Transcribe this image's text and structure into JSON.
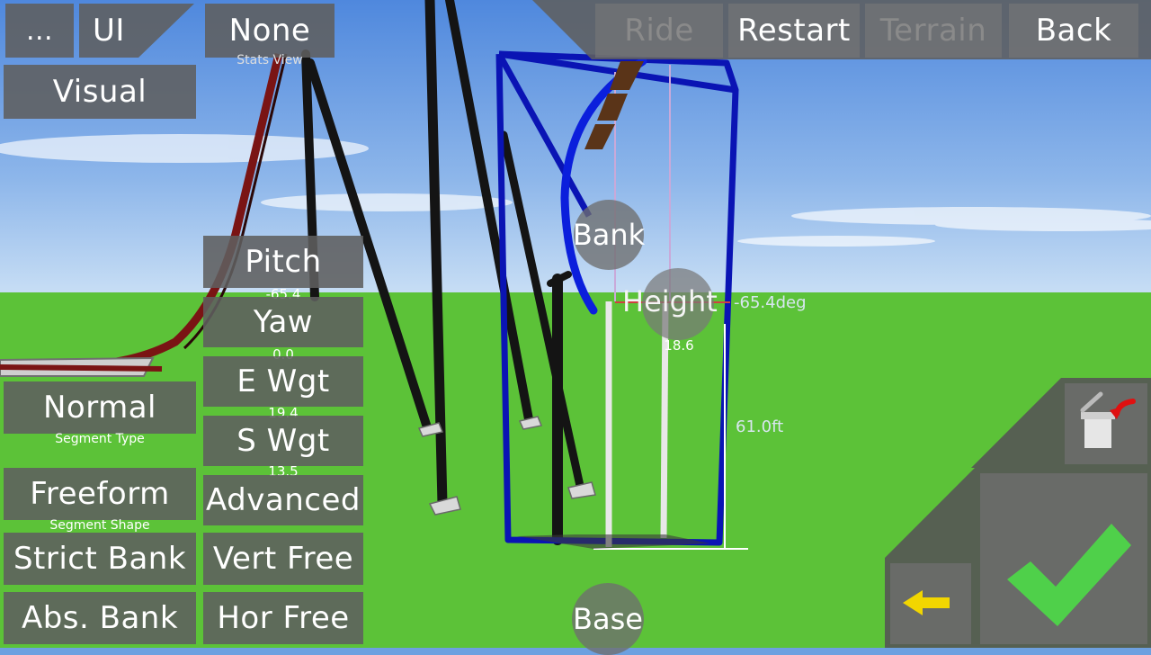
{
  "top_bar": {
    "more_label": "...",
    "ui_label": "UI",
    "stats_view_label": "None",
    "stats_view_caption": "Stats View",
    "ride_label": "Ride",
    "restart_label": "Restart",
    "terrain_label": "Terrain",
    "back_label": "Back"
  },
  "visual_label": "Visual",
  "segment_panel": {
    "type_label": "Normal",
    "type_caption": "Segment Type",
    "shape_label": "Freeform",
    "shape_caption": "Segment Shape",
    "strict_bank_label": "Strict Bank",
    "abs_bank_label": "Abs. Bank"
  },
  "params_panel": {
    "pitch_label": "Pitch",
    "pitch_value": "-65.4",
    "yaw_label": "Yaw",
    "yaw_value": "0.0",
    "e_wgt_label": "E Wgt",
    "e_wgt_value": "19.4",
    "s_wgt_label": "S Wgt",
    "s_wgt_value": "13.5",
    "advanced_label": "Advanced",
    "vert_free_label": "Vert Free",
    "hor_free_label": "Hor Free"
  },
  "handles": {
    "bank_label": "Bank",
    "height_label": "Height",
    "height_value": "18.6",
    "base_label": "Base"
  },
  "measurements": {
    "angle": "-65.4deg",
    "height_ft": "61.0ft"
  },
  "icons": [
    "pencil-trash-icon",
    "back-arrow-icon",
    "confirm-check-icon"
  ],
  "colors": {
    "sky": "#6da0e0",
    "ground": "#5cc238",
    "button_bg": "#5f5f5f",
    "track_blue": "#0a14b4",
    "track_red": "#7a1414",
    "check_green": "#4fd04a",
    "arrow_yellow": "#f2d600"
  }
}
